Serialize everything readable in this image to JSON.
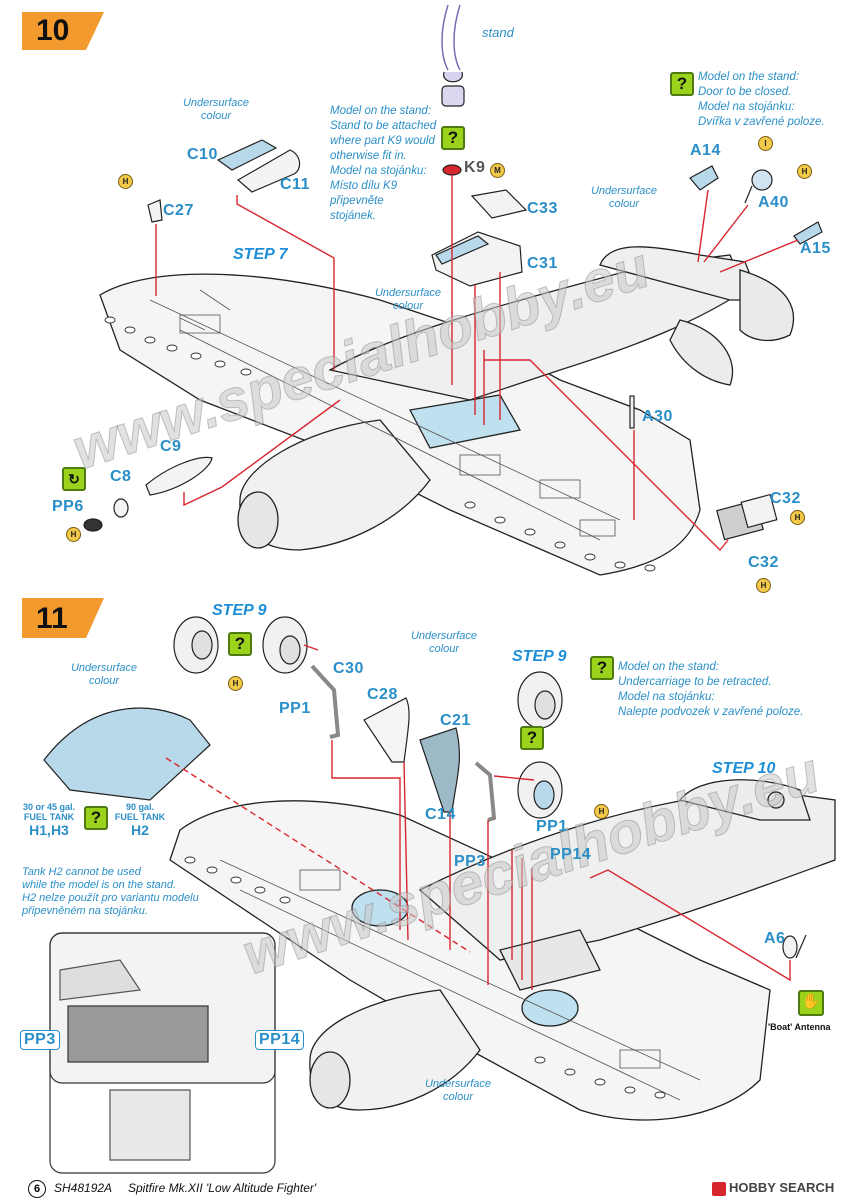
{
  "step10": {
    "number": "10",
    "step_labels": [
      "STEP 7"
    ],
    "parts": {
      "c10": "C10",
      "c11": "C11",
      "c27": "C27",
      "k9": "K9",
      "c33": "C33",
      "c31": "C31",
      "a14": "A14",
      "a40": "A40",
      "a15": "A15",
      "a30": "A30",
      "c9": "C9",
      "c8": "C8",
      "pp6": "PP6",
      "c32a": "C32",
      "c32b": "C32"
    },
    "stand_label": "stand",
    "undersurface": "Undersurface colour",
    "note_stand_k9": [
      "Model on the stand:",
      "Stand to be attached",
      "where part K9 would",
      "otherwise fit in.",
      "Model na stojánku:",
      "Místo dílu K9 připevněte",
      "stojánek."
    ],
    "note_door": [
      "Model on the stand:",
      "Door to be closed.",
      "Model na stojánku:",
      "Dvířka v zavřené poloze."
    ],
    "markers": [
      "H",
      "M",
      "I"
    ]
  },
  "step11": {
    "number": "11",
    "step_labels": [
      "STEP 9",
      "STEP 9",
      "STEP 10"
    ],
    "parts": {
      "c30": "C30",
      "c28": "C28",
      "c21": "C21",
      "c14": "C14",
      "pp1a": "PP1",
      "pp1b": "PP1",
      "pp3": "PP3",
      "pp14": "PP14",
      "a6": "A6",
      "pp3d": "PP3",
      "pp14d": "PP14"
    },
    "undersurface": "Undersurface colour",
    "tank_left": [
      "30 or 45 gal.",
      "FUEL TANK",
      "H1,H3"
    ],
    "tank_right": [
      "90 gal.",
      "FUEL TANK",
      "H2"
    ],
    "note_tank": [
      "Tank H2 cannot be used",
      "while the model is on the stand.",
      "H2 nelze použít pro variantu modelu",
      "připevněném na stojánku."
    ],
    "note_retract": [
      "Model on the stand:",
      "Undercarriage to be retracted.",
      "Model na stojánku:",
      "Nalepte podvozek v zavřené poloze."
    ],
    "boat_antenna": "'Boat' Antenna"
  },
  "watermark": "www.specialhobby.eu",
  "footer": {
    "page": "6",
    "code": "SH48192A",
    "title": "Spitfire Mk.XII 'Low Altitude Fighter'",
    "brand": "HOBBY SEARCH"
  },
  "colors": {
    "accent_orange": "#f29a2e",
    "label_blue": "#2a8fc8",
    "guide_red": "#d8262e",
    "question_green": "#9bd21c",
    "undersurface_blue": "#b8d9ea"
  },
  "icons": [
    "question-icon",
    "hand-icon",
    "reverse-arrow-icon",
    "glue-marker-icon"
  ]
}
